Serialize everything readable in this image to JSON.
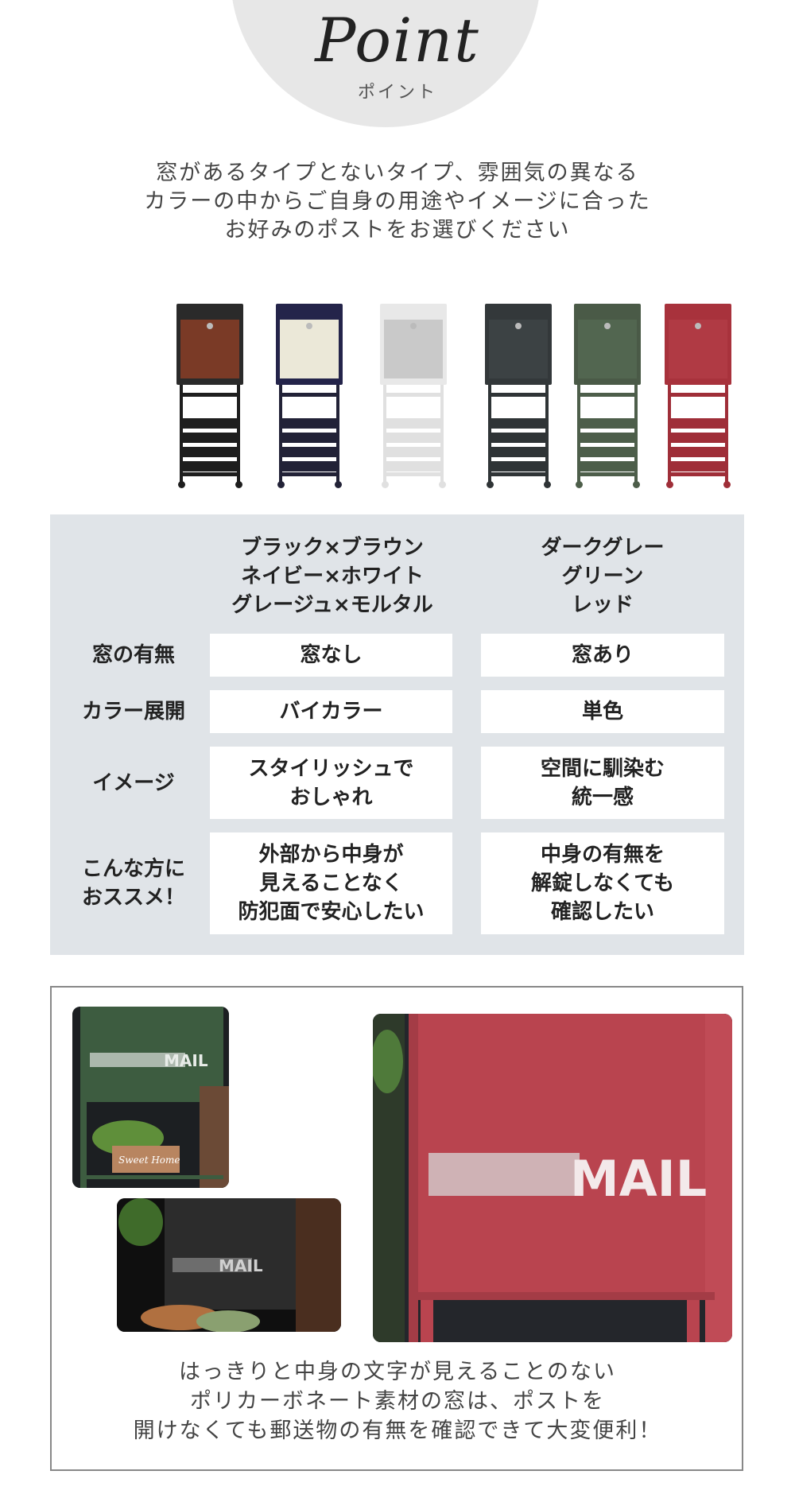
{
  "header": {
    "script_title": "Point",
    "kana_title": "ポイント"
  },
  "intro": {
    "lines": [
      "窓があるタイプとないタイプ、雰囲気の異なる",
      "カラーの中からご自身の用途やイメージに合った",
      "お好みのポストをお選びください"
    ]
  },
  "products": [
    {
      "body": "#2a2a2a",
      "door": "#7a3a26",
      "frame": "#1e1e1e"
    },
    {
      "body": "#24244a",
      "door": "#ebe8d8",
      "frame": "#222237"
    },
    {
      "body": "#e8e8e8",
      "door": "#c9c9c9",
      "frame": "#e0e0e0"
    },
    {
      "body": "#33383a",
      "door": "#3c4244",
      "frame": "#2f3436"
    },
    {
      "body": "#4a5a47",
      "door": "#526650",
      "frame": "#4d5e4a"
    },
    {
      "body": "#a8323c",
      "door": "#b03a44",
      "frame": "#9f2e38"
    }
  ],
  "table": {
    "col_a_header": [
      "ブラック×ブラウン",
      "ネイビー×ホワイト",
      "グレージュ×モルタル"
    ],
    "col_b_header": [
      "ダークグレー",
      "グリーン",
      "レッド"
    ],
    "rows": [
      {
        "label": [
          "窓の有無"
        ],
        "a": [
          "窓なし"
        ],
        "b": [
          "窓あり"
        ]
      },
      {
        "label": [
          "カラー展開"
        ],
        "a": [
          "バイカラー"
        ],
        "b": [
          "単色"
        ]
      },
      {
        "label": [
          "イメージ"
        ],
        "a": [
          "スタイリッシュで",
          "おしゃれ"
        ],
        "b": [
          "空間に馴染む",
          "統一感"
        ]
      },
      {
        "label": [
          "こんな方に",
          "おススメ！"
        ],
        "a": [
          "外部から中身が",
          "見えることなく",
          "防犯面で安心したい"
        ],
        "b": [
          "中身の有無を",
          "解錠しなくても",
          "確認したい"
        ]
      }
    ]
  },
  "photos": {
    "mail_text": "MAIL",
    "box_text": "Sweet Home"
  },
  "caption": {
    "lines": [
      "はっきりと中身の文字が見えることのない",
      "ポリカーボネート素材の窓は、ポストを",
      "開けなくても郵送物の有無を確認できて大変便利！"
    ]
  },
  "colors": {
    "table_bg": "#e0e4e8",
    "header_circle": "#e7e7e7",
    "frame_border": "#888888"
  }
}
